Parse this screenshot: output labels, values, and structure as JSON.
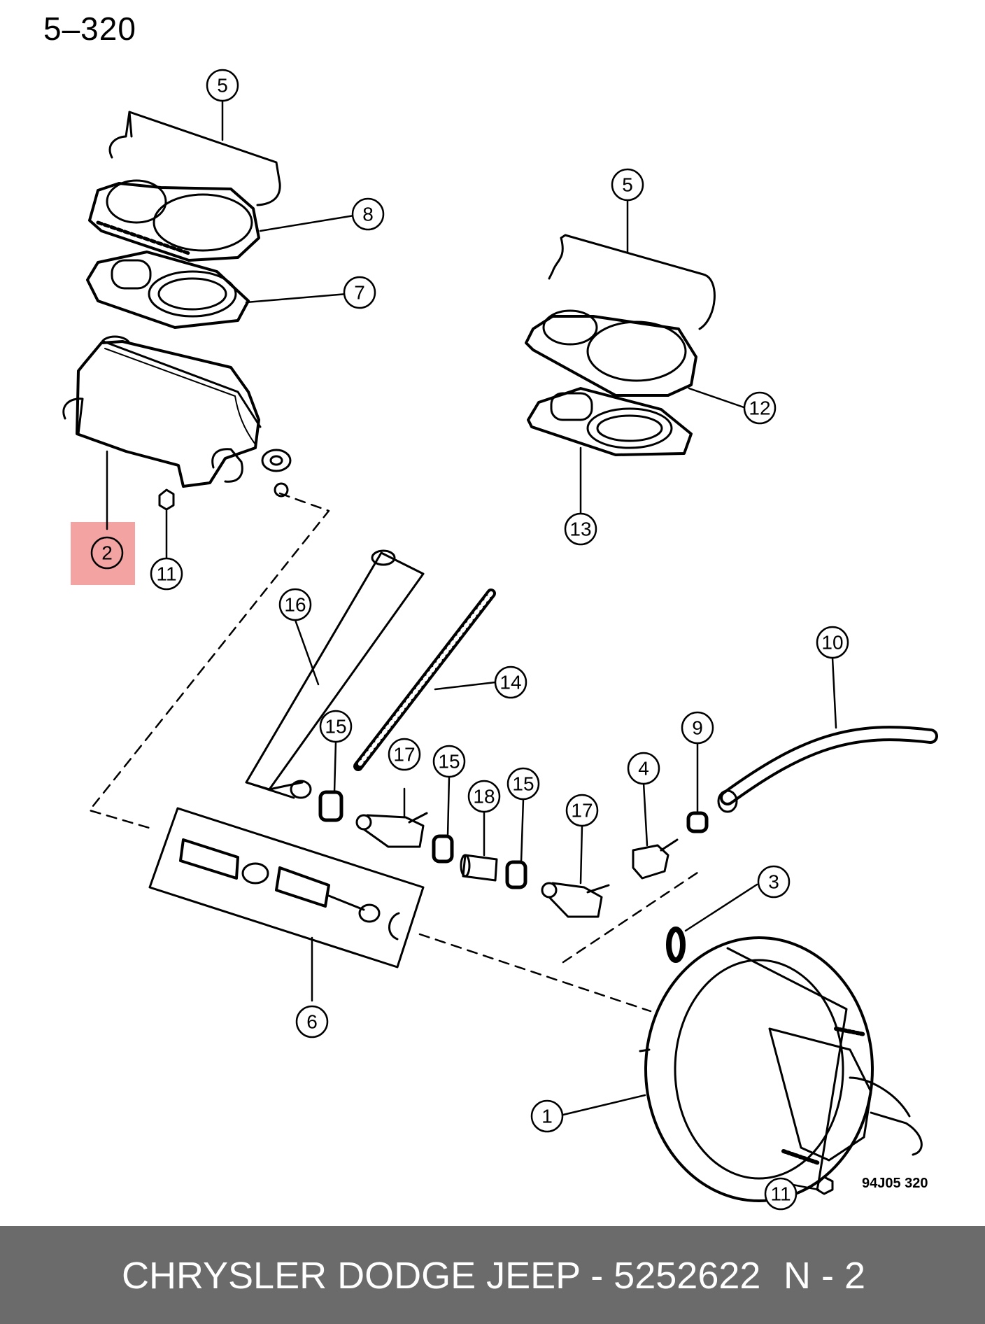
{
  "page_number": "5–320",
  "drawing_code": "94J05 320",
  "highlight_color": "#f4a3a3",
  "footer": {
    "text": "CHRYSLER DODGE JEEP - 5252622",
    "suffix": "N - 2",
    "background": "#6b6b6b"
  },
  "callouts": [
    {
      "id": "c5a",
      "label": "5"
    },
    {
      "id": "c8",
      "label": "8"
    },
    {
      "id": "c7",
      "label": "7"
    },
    {
      "id": "c2",
      "label": "2",
      "highlighted": true
    },
    {
      "id": "c11a",
      "label": "11"
    },
    {
      "id": "c5b",
      "label": "5"
    },
    {
      "id": "c12",
      "label": "12"
    },
    {
      "id": "c13",
      "label": "13"
    },
    {
      "id": "c16",
      "label": "16"
    },
    {
      "id": "c14",
      "label": "14"
    },
    {
      "id": "c10",
      "label": "10"
    },
    {
      "id": "c15a",
      "label": "15"
    },
    {
      "id": "c17a",
      "label": "17"
    },
    {
      "id": "c15b",
      "label": "15"
    },
    {
      "id": "c18",
      "label": "18"
    },
    {
      "id": "c15c",
      "label": "15"
    },
    {
      "id": "c17b",
      "label": "17"
    },
    {
      "id": "c4",
      "label": "4"
    },
    {
      "id": "c9",
      "label": "9"
    },
    {
      "id": "c3",
      "label": "3"
    },
    {
      "id": "c6",
      "label": "6"
    },
    {
      "id": "c1",
      "label": "1"
    },
    {
      "id": "c11b",
      "label": "11"
    }
  ]
}
